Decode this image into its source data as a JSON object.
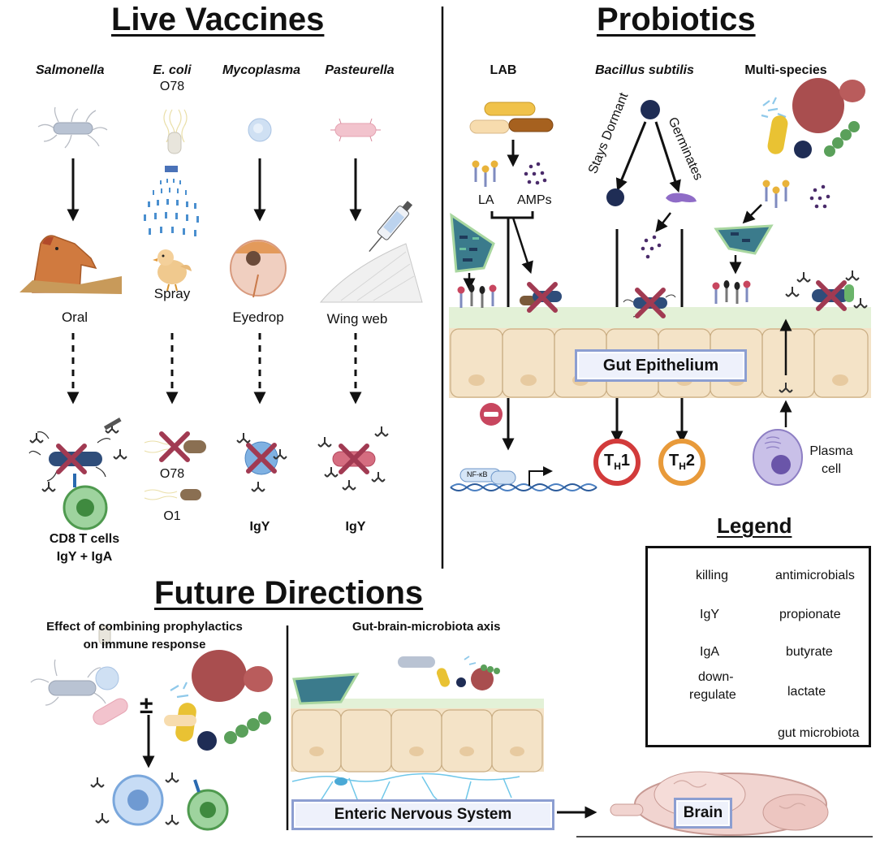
{
  "live_vaccines": {
    "title": "Live Vaccines",
    "columns": [
      {
        "pathogen": "Salmonella",
        "strain": "",
        "route": "Oral",
        "outcome_lines": [
          "CD8 T cells",
          "IgY + IgA"
        ]
      },
      {
        "pathogen": "E. coli",
        "strain": "O78",
        "route": "Spray",
        "outcome_lines": [
          "O78",
          "O1"
        ]
      },
      {
        "pathogen": "Mycoplasma",
        "strain": "",
        "route": "Eyedrop",
        "outcome_lines": [
          "IgY"
        ]
      },
      {
        "pathogen": "Pasteurella",
        "strain": "",
        "route": "Wing web",
        "outcome_lines": [
          "IgY"
        ]
      }
    ]
  },
  "probiotics": {
    "title": "Probiotics",
    "groups": [
      "LAB",
      "Bacillus subtilis",
      "Multi-species"
    ],
    "lab_products": [
      "LA",
      "AMPs"
    ],
    "bacillus_paths": [
      "Stays Dormant",
      "Germinates"
    ],
    "gut_label": "Gut Epithelium",
    "th_cells": [
      "T",
      "H",
      "1",
      "T",
      "H",
      "2"
    ],
    "nfkb_label": "NF-κB",
    "plasma_label": [
      "Plasma",
      "cell"
    ]
  },
  "future": {
    "title": "Future Directions",
    "combining_title": [
      "Effect of combining prophylactics",
      "on immune response"
    ],
    "pm_symbol": "±",
    "axis_title": "Gut-brain-microbiota axis",
    "ens_label": "Enteric Nervous System",
    "brain_label": "Brain"
  },
  "legend": {
    "title": "Legend",
    "items_left": [
      "killing",
      "IgY",
      "IgA",
      "down-",
      "regulate"
    ],
    "items_right": [
      "antimicrobials",
      "propionate",
      "butyrate",
      "lactate",
      "gut microbiota"
    ]
  },
  "colors": {
    "kill": "#a13a52",
    "arrow": "#111111",
    "box_border": "#8c9ed1",
    "epithelium": "#f4e3c7",
    "mucus": "#e3f1d7",
    "th1": "#d23b3b",
    "th2": "#e89a3a",
    "downregulate": "#c8465f"
  }
}
